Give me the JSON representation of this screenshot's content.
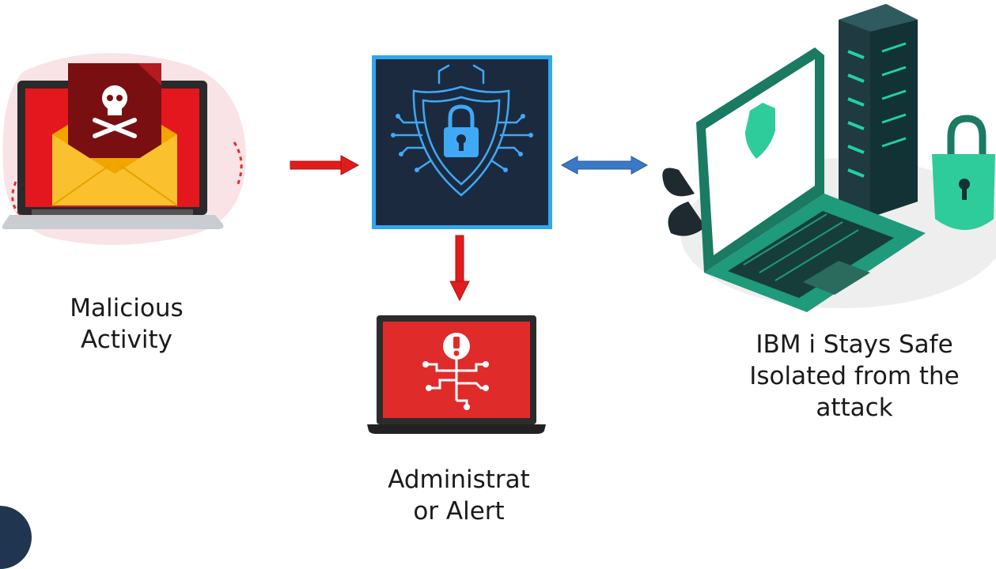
{
  "labels": {
    "malicious": "Malicious\nActivity",
    "admin": "Administrat\nor Alert",
    "ibm": "IBM i Stays Safe\nIsolated from the\nattack"
  },
  "icons": {
    "malicious": "malicious-email-laptop-icon",
    "firewall": "security-shield-lock-icon",
    "alert": "alert-laptop-icon",
    "protected": "protected-server-laptop-icon"
  },
  "colors": {
    "danger_red": "#e11c1c",
    "shield_panel": "#1c2a3f",
    "panel_border": "#2fa8f0",
    "teal": "#1fa88a",
    "bidirectional_arrow": "#3b78c8"
  }
}
